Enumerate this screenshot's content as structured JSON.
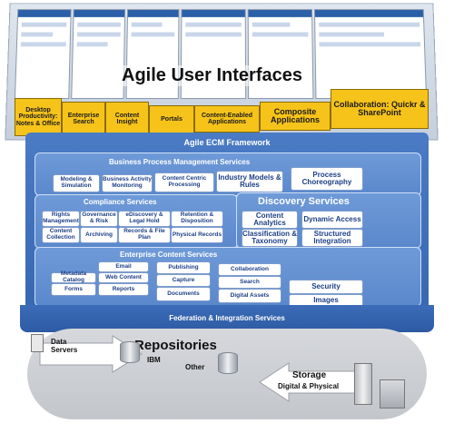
{
  "top": {
    "title": "Agile User Interfaces",
    "tabs": [
      {
        "label": "Desktop Productivity: Notes & Office"
      },
      {
        "label": "Enterprise Search"
      },
      {
        "label": "Content Insight"
      },
      {
        "label": "Portals"
      },
      {
        "label": "Content-Enabled Applications"
      },
      {
        "label": "Composite Applications"
      },
      {
        "label": "Collaboration: Quickr & SharePoint"
      }
    ]
  },
  "framework": {
    "title": "Agile ECM Framework",
    "bpm": {
      "title": "Business Process Management Services",
      "items": [
        "Modeling & Simulation",
        "Business Activity Monitoring",
        "Content Centric Processing",
        "Industry Models & Rules",
        "Process Choreography"
      ]
    },
    "compliance": {
      "title": "Compliance Services",
      "items": [
        "Rights Management",
        "Governance & Risk",
        "eDiscovery & Legal Hold",
        "Retention & Disposition",
        "Content Collection",
        "Archiving",
        "Records & File Plan",
        "Physical Records"
      ]
    },
    "discovery": {
      "title": "Discovery Services",
      "items": [
        "Content Analytics",
        "Dynamic Access",
        "Classification & Taxonomy",
        "Structured Integration"
      ]
    },
    "ecs": {
      "title": "Enterprise Content Services",
      "items": [
        "Email",
        "Publishing",
        "Collaboration",
        "Metadata Catalog",
        "Web Content",
        "Capture",
        "Search",
        "Security",
        "Forms",
        "Reports",
        "Documents",
        "Digital Assets",
        "Images"
      ]
    },
    "federation": "Federation & Integration Services"
  },
  "bottom": {
    "repositories": "Repositories",
    "ibm": "IBM",
    "other": "Other",
    "data_servers": "Data Servers",
    "storage": "Storage",
    "storage_sub": "Digital & Physical"
  }
}
